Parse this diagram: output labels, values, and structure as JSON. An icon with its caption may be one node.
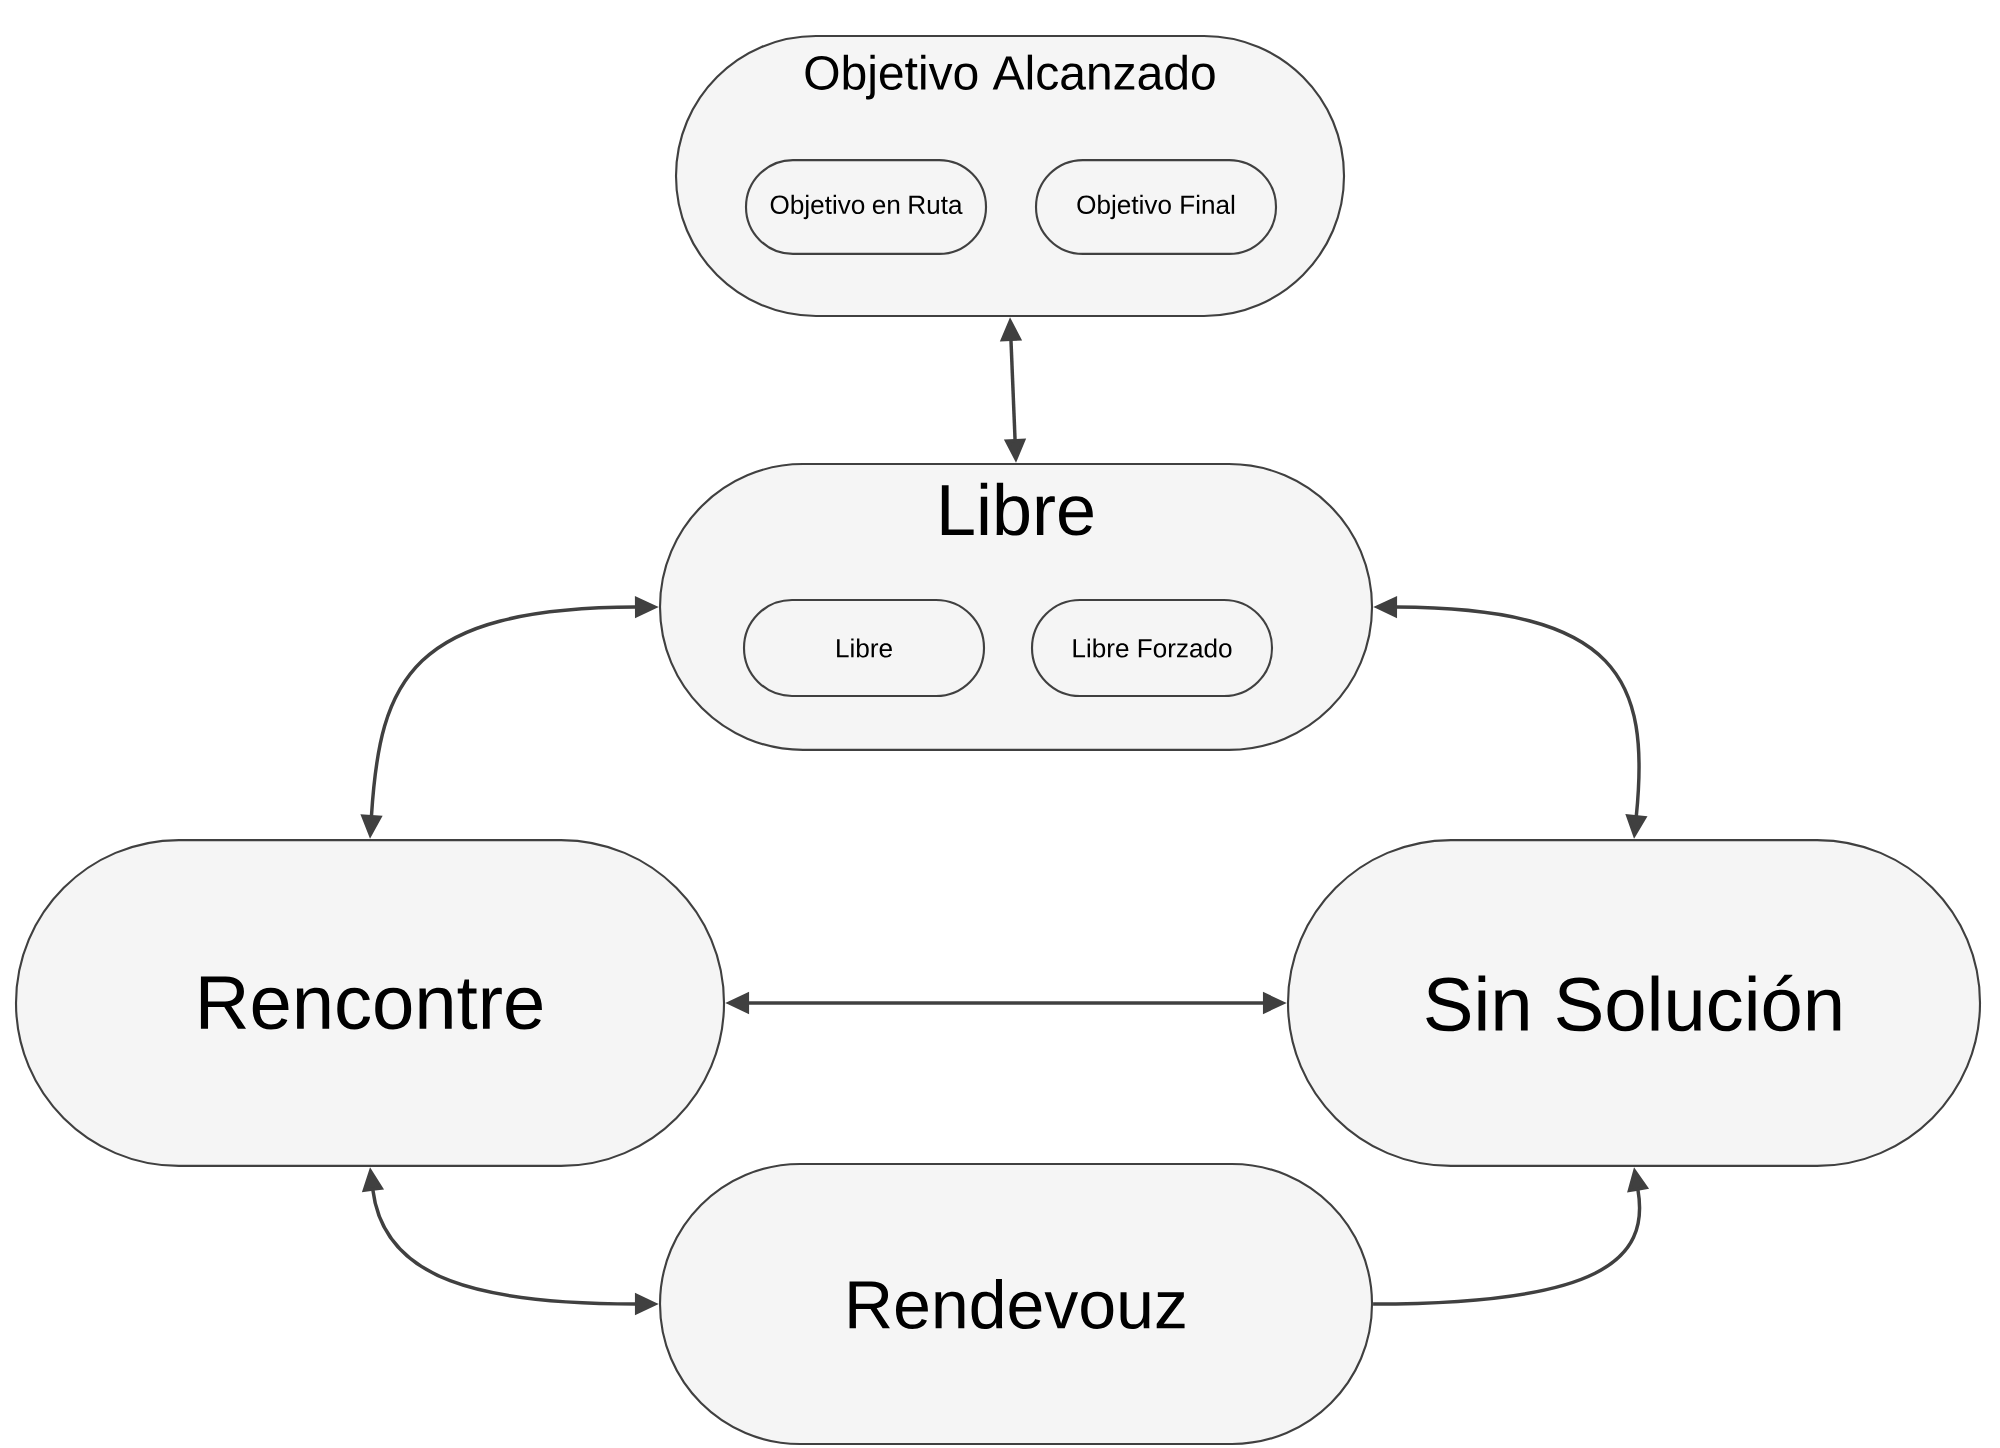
{
  "diagram": {
    "nodes": [
      {
        "text": [
          "Objetivo Alcanzado"
        ]
      },
      {
        "text": [
          "Objetivo en Ruta"
        ],
        "in": 0
      },
      {
        "text": [
          "Objetivo Final"
        ],
        "in": 0
      },
      {
        "text": [
          "Libre"
        ]
      },
      {
        "text": [
          "Libre"
        ],
        "in": 3
      },
      {
        "text": [
          "Libre Forzado"
        ],
        "in": 3
      },
      {
        "text": [
          "Rencontre"
        ]
      },
      {
        "text": [
          "Sin Solución"
        ]
      },
      {
        "text": [
          "Rendevouz"
        ]
      }
    ],
    "edges": [
      {
        "from": 0,
        "to": 3,
        "arrow": "both"
      },
      {
        "from": 3,
        "to": 6,
        "arrow": "both"
      },
      {
        "from": 3,
        "to": 7,
        "arrow": "both"
      },
      {
        "from": 6,
        "to": 7,
        "arrow": "both"
      },
      {
        "from": 6,
        "to": 8,
        "arrow": "both"
      },
      {
        "from": 8,
        "to": 7,
        "arrow": "to"
      }
    ]
  }
}
